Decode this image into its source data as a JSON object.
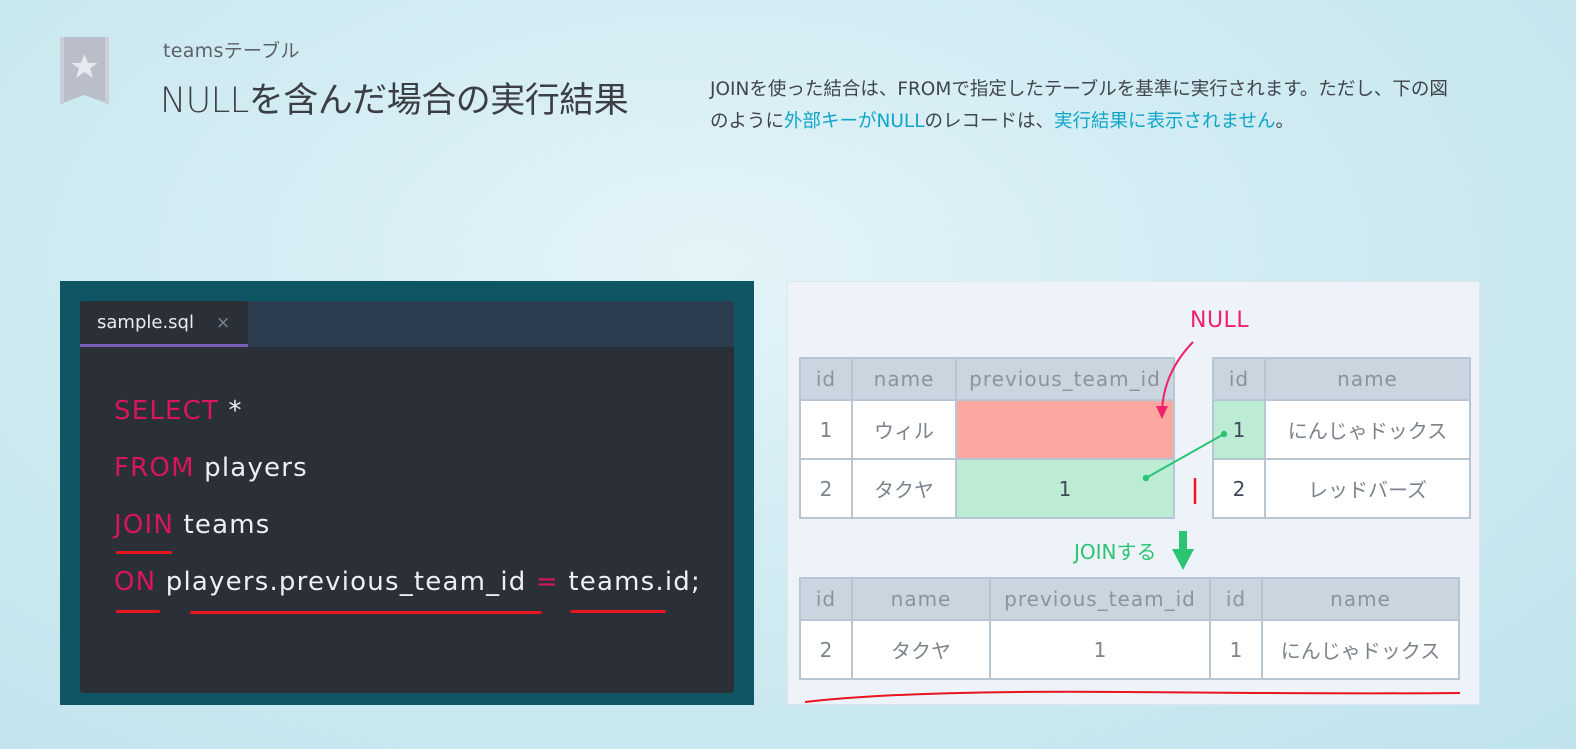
{
  "header": {
    "bookmark_icon": "bookmark-star-icon",
    "subtitle": "teamsテーブル",
    "title": "NULLを含んだ場合の実行結果"
  },
  "description": {
    "part1": "JOINを使った結合は、FROMで指定したテーブルを基準に実行されます。ただし、下の図のように",
    "highlight1": "外部キーがNULL",
    "part2": "のレコードは、",
    "highlight2": "実行結果に表示されません",
    "part3": "。",
    "highlight_color": "#10a6c9"
  },
  "editor": {
    "tab": {
      "label": "sample.sql",
      "close_icon": "×"
    },
    "lines": [
      {
        "keyword": "SELECT",
        "rest": " *"
      },
      {
        "keyword": "FROM",
        "rest": " players"
      },
      {
        "keyword": "JOIN",
        "rest": " teams"
      },
      {
        "keyword": "ON",
        "rest_a": " players.previous_team_id ",
        "operator": "=",
        "rest_b": " teams.id;"
      }
    ],
    "colors": {
      "keyword": "#d9165a",
      "text": "#eceff3",
      "tab_accent": "#7a5fb8"
    }
  },
  "diagram": {
    "null_label": "NULL",
    "join_label": "JOINする",
    "players_table": {
      "headers": [
        "id",
        "name",
        "previous_team_id"
      ],
      "rows": [
        [
          "1",
          "ウィル",
          ""
        ],
        [
          "2",
          "タクヤ",
          "1"
        ]
      ]
    },
    "teams_table": {
      "headers": [
        "id",
        "name"
      ],
      "rows": [
        [
          "1",
          "にんじゃドックス"
        ],
        [
          "2",
          "レッドバーズ"
        ]
      ]
    },
    "result_table": {
      "headers": [
        "id",
        "name",
        "previous_team_id",
        "id",
        "name"
      ],
      "rows": [
        [
          "2",
          "タクヤ",
          "1",
          "1",
          "にんじゃドックス"
        ]
      ]
    },
    "colors": {
      "null_cell": "#fda7a1",
      "match_cell": "#bdecd5",
      "null_text": "#f0216a",
      "join_text": "#2bc473"
    }
  }
}
